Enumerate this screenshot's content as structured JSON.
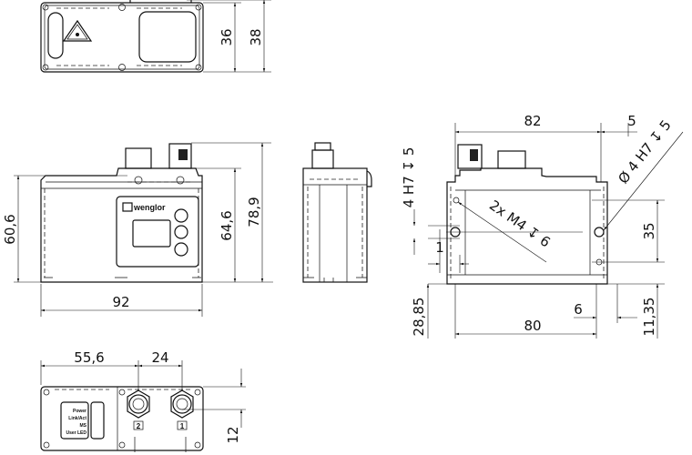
{
  "top_view": {
    "dims": {
      "inner_height": "36",
      "outer_height": "38"
    }
  },
  "front_view": {
    "brand": "wenglor",
    "dims": {
      "height_body": "60,6",
      "height_mid": "64,6",
      "height_total": "78,9",
      "width": "92"
    }
  },
  "rear_view": {
    "dims": {
      "width_82": "82",
      "offset_5": "5",
      "pin_hole_left": "4 H7 ↧ 5",
      "pin_hole_right": "Ø 4 H7 ↧ 5",
      "thread": "2x M4 ↧ 6",
      "offset_1": "1",
      "spacing_35": "35",
      "height_28_85": "28,85",
      "width_80": "80",
      "offset_6": "6",
      "height_11_35": "11,35"
    }
  },
  "bottom_view": {
    "led_labels": [
      "Power",
      "Link/Act",
      "MS",
      "User LED"
    ],
    "connector_labels": [
      "2",
      "1"
    ],
    "dims": {
      "offset_55_6": "55,6",
      "spacing_24": "24",
      "height_12": "12"
    }
  }
}
